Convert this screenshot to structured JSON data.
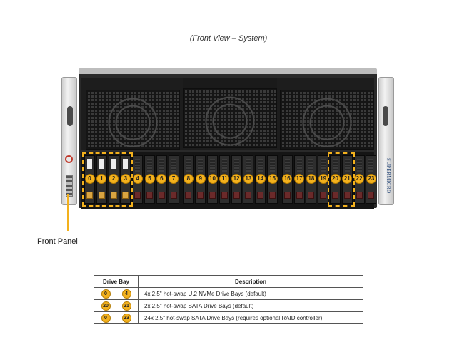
{
  "title": "(Front View – System)",
  "brand": "SUPERMICRO",
  "front_panel_label": "Front Panel",
  "bays": {
    "labels": [
      "0",
      "1",
      "2",
      "3",
      "4",
      "5",
      "6",
      "7",
      "8",
      "9",
      "10",
      "11",
      "12",
      "13",
      "14",
      "15",
      "16",
      "17",
      "18",
      "19",
      "20",
      "21",
      "22",
      "23"
    ],
    "nvme_bays": [
      "0",
      "1",
      "2",
      "3"
    ],
    "highlight_color": "#f3b11d"
  },
  "table": {
    "headers": [
      "Drive Bay",
      "Description"
    ],
    "rows": [
      {
        "from": "0",
        "to": "4",
        "description": "4x 2.5\" hot-swap U.2 NVMe Drive  Bays (default)"
      },
      {
        "from": "20",
        "to": "21",
        "description": "2x 2.5\" hot-swap  SATA Drive  Bays (default)"
      },
      {
        "from": "0",
        "to": "23",
        "description": "24x 2.5\" hot-swap SATA Drive  Bays (requires  optional RAID controller)"
      }
    ]
  }
}
